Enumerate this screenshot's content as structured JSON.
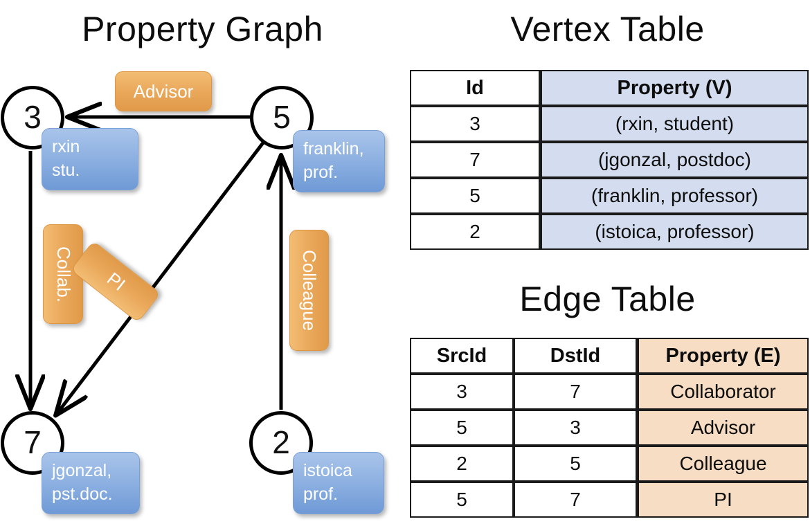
{
  "titles": {
    "property_graph": "Property Graph",
    "vertex_table": "Vertex Table",
    "edge_table": "Edge Table"
  },
  "graph": {
    "nodes": [
      {
        "id": "3",
        "property_line1": "rxin",
        "property_line2": "stu."
      },
      {
        "id": "5",
        "property_line1": "franklin,",
        "property_line2": "prof."
      },
      {
        "id": "7",
        "property_line1": "jgonzal,",
        "property_line2": "pst.doc."
      },
      {
        "id": "2",
        "property_line1": "istoica",
        "property_line2": "prof."
      }
    ],
    "edge_labels": [
      {
        "name": "advisor",
        "text": "Advisor"
      },
      {
        "name": "collab",
        "text": "Collab."
      },
      {
        "name": "pi",
        "text": "PI"
      },
      {
        "name": "colleague",
        "text": "Colleague"
      }
    ]
  },
  "vertex_table": {
    "headers": [
      "Id",
      "Property (V)"
    ],
    "rows": [
      {
        "id": "3",
        "property": "(rxin, student)"
      },
      {
        "id": "7",
        "property": "(jgonzal, postdoc)"
      },
      {
        "id": "5",
        "property": "(franklin, professor)"
      },
      {
        "id": "2",
        "property": "(istoica, professor)"
      }
    ]
  },
  "edge_table": {
    "headers": [
      "SrcId",
      "DstId",
      "Property (E)"
    ],
    "rows": [
      {
        "src": "3",
        "dst": "7",
        "property": "Collaborator"
      },
      {
        "src": "5",
        "dst": "3",
        "property": "Advisor"
      },
      {
        "src": "2",
        "dst": "5",
        "property": "Colleague"
      },
      {
        "src": "5",
        "dst": "7",
        "property": "PI"
      }
    ]
  },
  "colors": {
    "vertex_property_fill": "#d3ddef",
    "edge_property_fill": "#f6ddc3",
    "node_box_blue": "#8fb2e2",
    "edge_label_orange": "#eaa85b",
    "stroke": "#000000",
    "background": "#ffffff"
  }
}
